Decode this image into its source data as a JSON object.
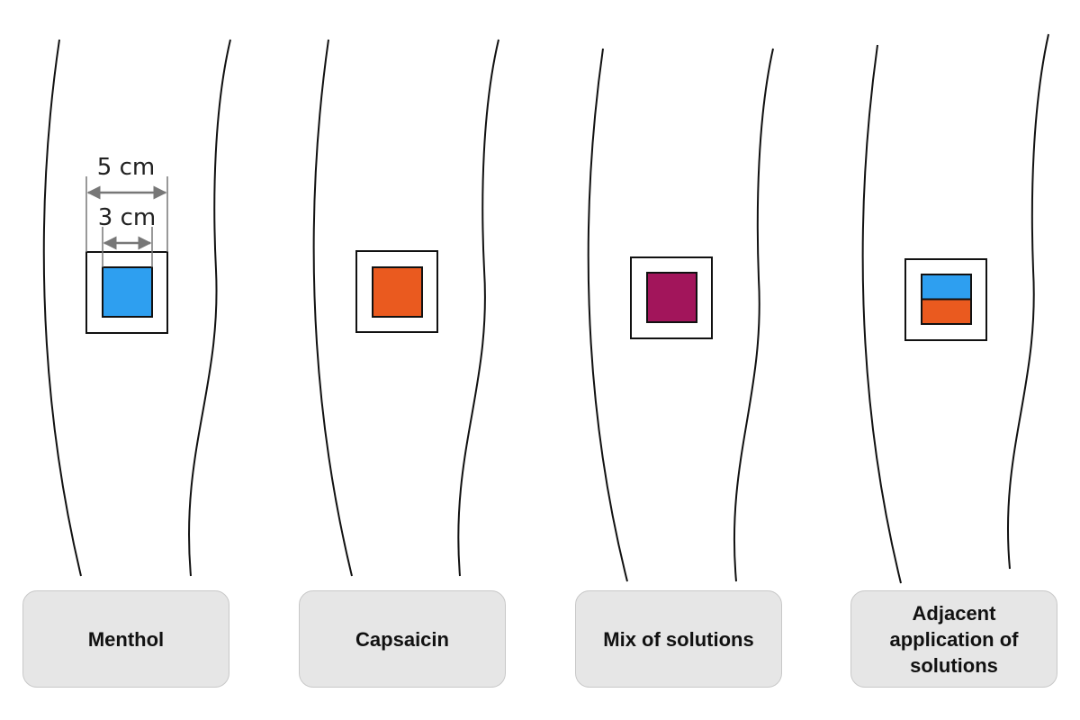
{
  "dimensions": {
    "outer_label": "5 cm",
    "inner_label": "3 cm"
  },
  "panels": [
    {
      "label": "Menthol",
      "fill_colors": [
        "#2e9ff0"
      ]
    },
    {
      "label": "Capsaicin",
      "fill_colors": [
        "#ea5a1f"
      ]
    },
    {
      "label": "Mix of solutions",
      "fill_colors": [
        "#a2155b"
      ]
    },
    {
      "label": "Adjacent application of solutions",
      "fill_colors": [
        "#2e9ff0",
        "#ea5a1f"
      ]
    }
  ],
  "colors": {
    "outline": "#111111",
    "dimension_arrow": "#777777",
    "label_box_fill": "#e6e6e6"
  }
}
